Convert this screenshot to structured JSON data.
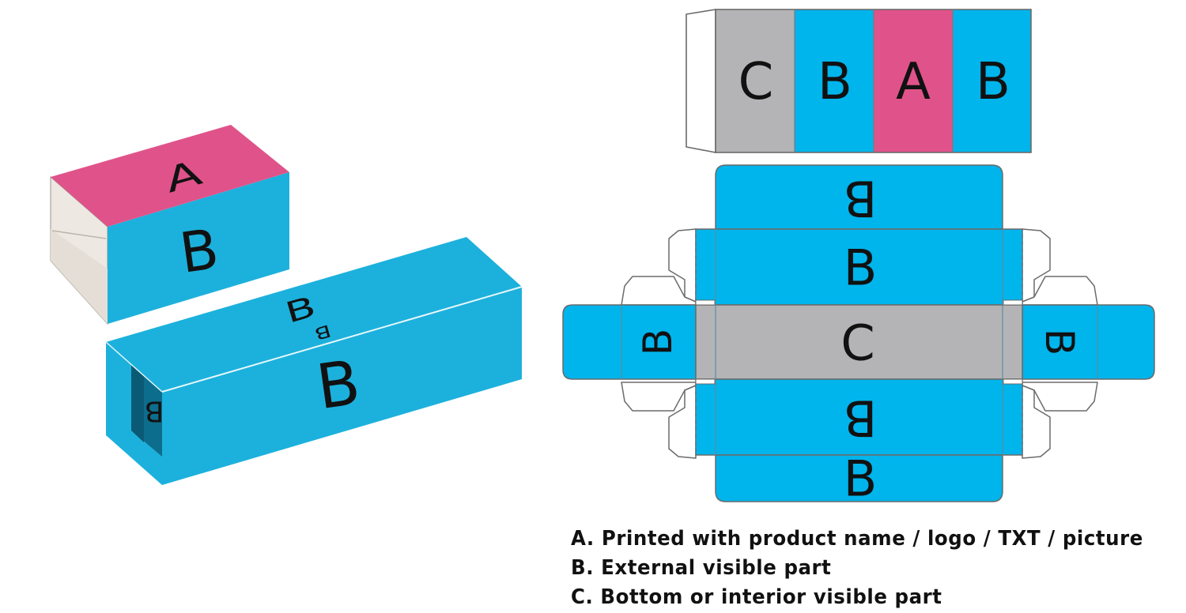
{
  "colors": {
    "pink": "#e0538a",
    "blue": "#1cb1dc",
    "blue_flat": "#00b4ec",
    "gray": "#b4b4b6",
    "inner": "#ede8e2",
    "outline": "#6b6b6b"
  },
  "letters": {
    "a": "A",
    "b": "B",
    "c": "C"
  },
  "legend": [
    {
      "text": "A. Printed with product name / logo / TXT / picture"
    },
    {
      "text": "B. External visible part"
    },
    {
      "text": "C. Bottom or interior visible part"
    }
  ]
}
